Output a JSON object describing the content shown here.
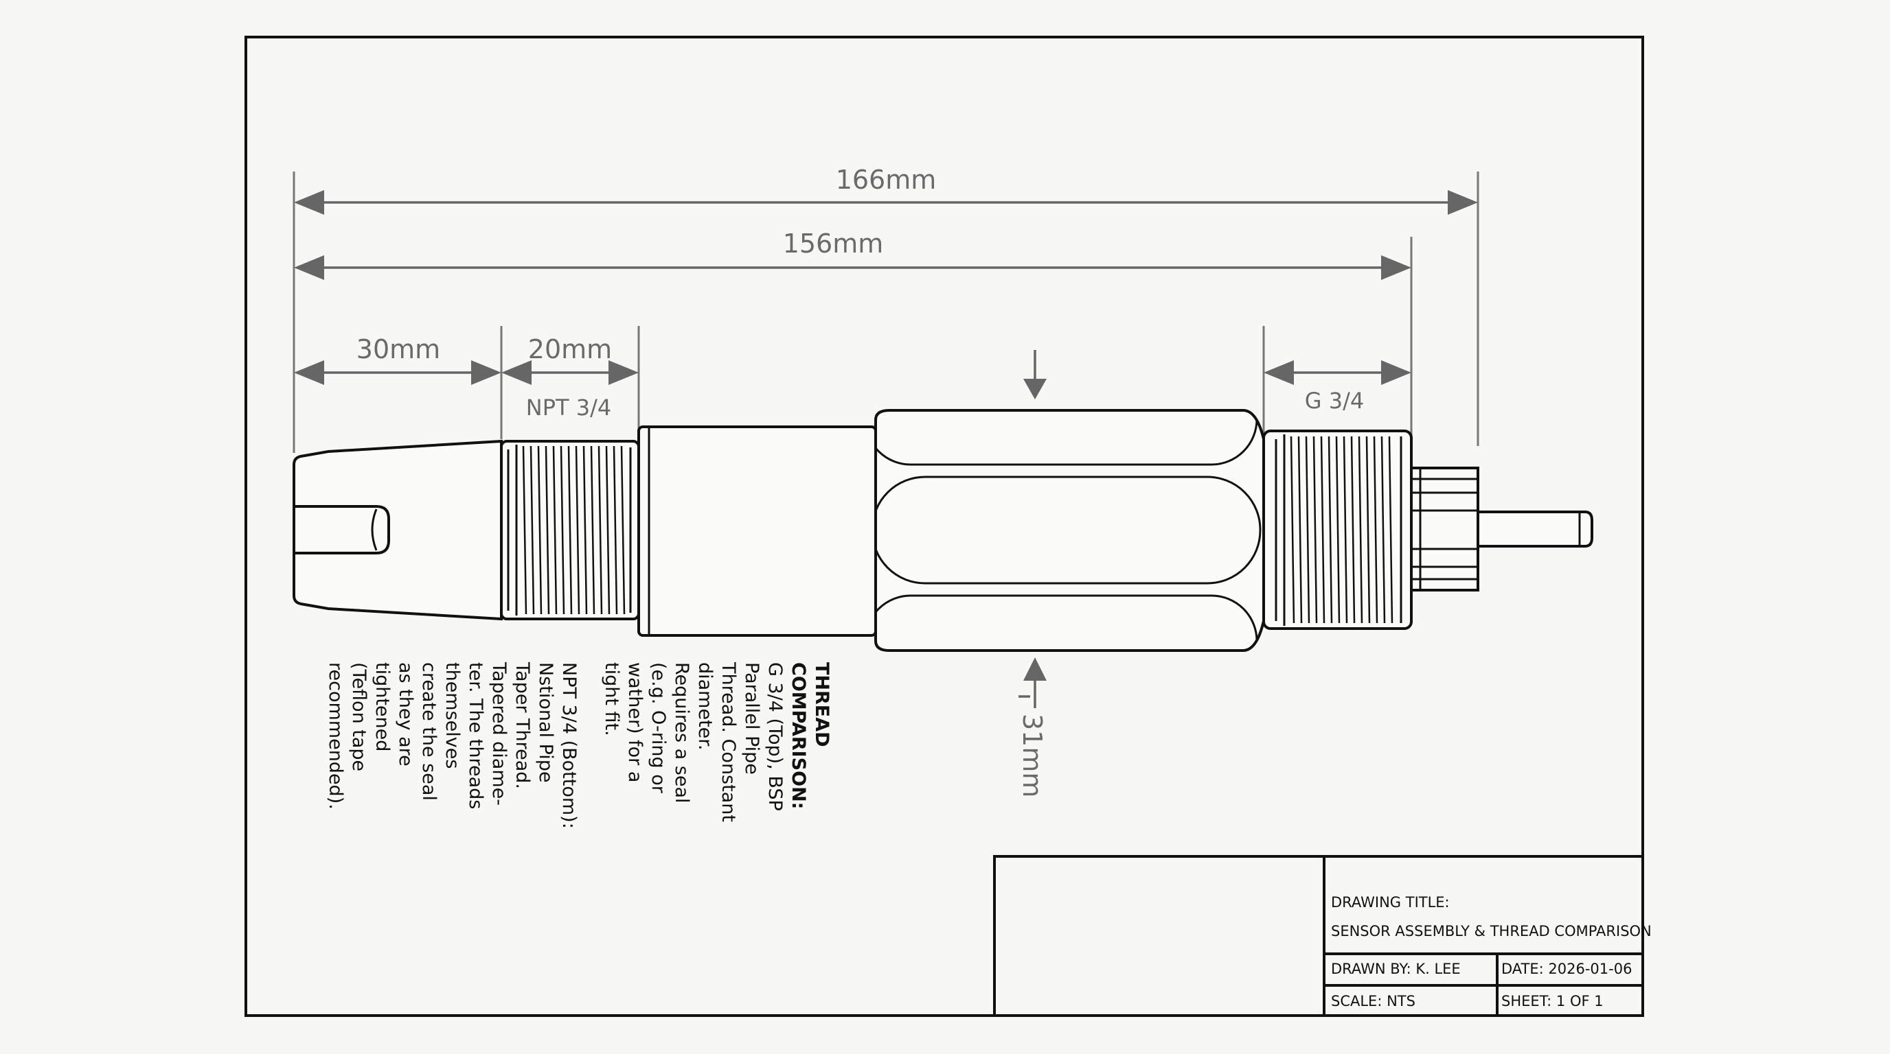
{
  "dimensions": {
    "overall_length": "166mm",
    "body_length": "156mm",
    "tip_length": "30mm",
    "npt_thread_length": "20mm",
    "npt_thread_label": "NPT 3/4",
    "g_thread_label": "G 3/4",
    "diameter": "31mm"
  },
  "note": {
    "heading_line1": "THREAD",
    "heading_line2": "COMPARISON:",
    "g_lines": [
      "G 3/4 (Top), BSP",
      "Parallel Pipe",
      "Thread. Constant",
      "diameter.",
      "Requires a seal",
      "(e.g. O-ring or",
      "wather) for a",
      "tight fit."
    ],
    "npt_lines": [
      "NPT 3/4 (Bottom):",
      "Nstional Pipe",
      "Taper Thread.",
      "Tapered diame-",
      "ter. The threads",
      "themselves",
      "create the seal",
      "as they are",
      "tightened",
      "(Teflon tape",
      "recommended)."
    ]
  },
  "title_block": {
    "drawing_title_label": "DRAWING TITLE:",
    "drawing_title": "SENSOR ASSEMBLY & THREAD COMPARISON",
    "drawn_by": "DRAWN BY: K. LEE",
    "date": "DATE: 2026-01-06",
    "scale": "SCALE: NTS",
    "sheet": "SHEET: 1 OF 1"
  }
}
